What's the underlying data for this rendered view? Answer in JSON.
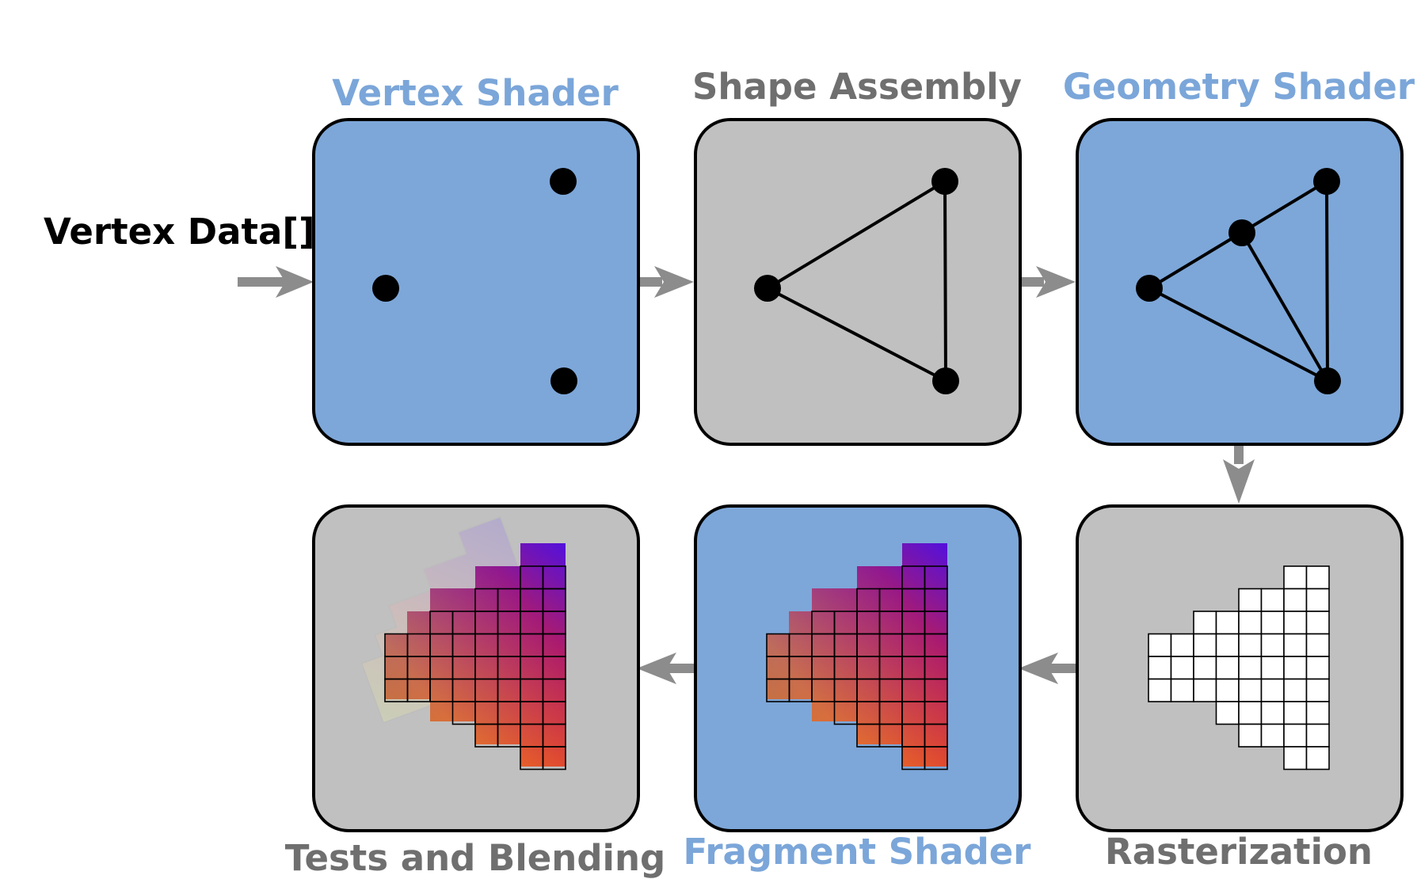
{
  "input_label": "Vertex Data[]",
  "stages": [
    {
      "title": "Vertex Shader",
      "programmable": true
    },
    {
      "title": "Shape Assembly",
      "programmable": false
    },
    {
      "title": "Geometry Shader",
      "programmable": true
    },
    {
      "title": "Rasterization",
      "programmable": false
    },
    {
      "title": "Fragment Shader",
      "programmable": true
    },
    {
      "title": "Tests and Blending",
      "programmable": false
    }
  ],
  "colors": {
    "programmable_fill": "#7da7d9",
    "fixed_fill": "#c0c0c0",
    "programmable_title": "#7ba6d9",
    "fixed_title": "#6f6f6f",
    "arrow": "#8c8c8c"
  }
}
